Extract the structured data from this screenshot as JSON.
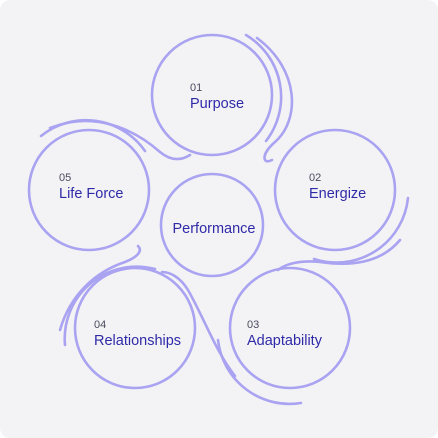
{
  "diagram": {
    "center": {
      "label": "Performance"
    },
    "nodes": [
      {
        "number": "01",
        "label": "Purpose"
      },
      {
        "number": "02",
        "label": "Energize"
      },
      {
        "number": "03",
        "label": "Adaptability"
      },
      {
        "number": "04",
        "label": "Relationships"
      },
      {
        "number": "05",
        "label": "Life Force"
      }
    ],
    "colors": {
      "background": "#f3f3f5",
      "ring": "#a9a3f1",
      "label": "#2f2aa8",
      "number": "#4b4a5e"
    }
  }
}
